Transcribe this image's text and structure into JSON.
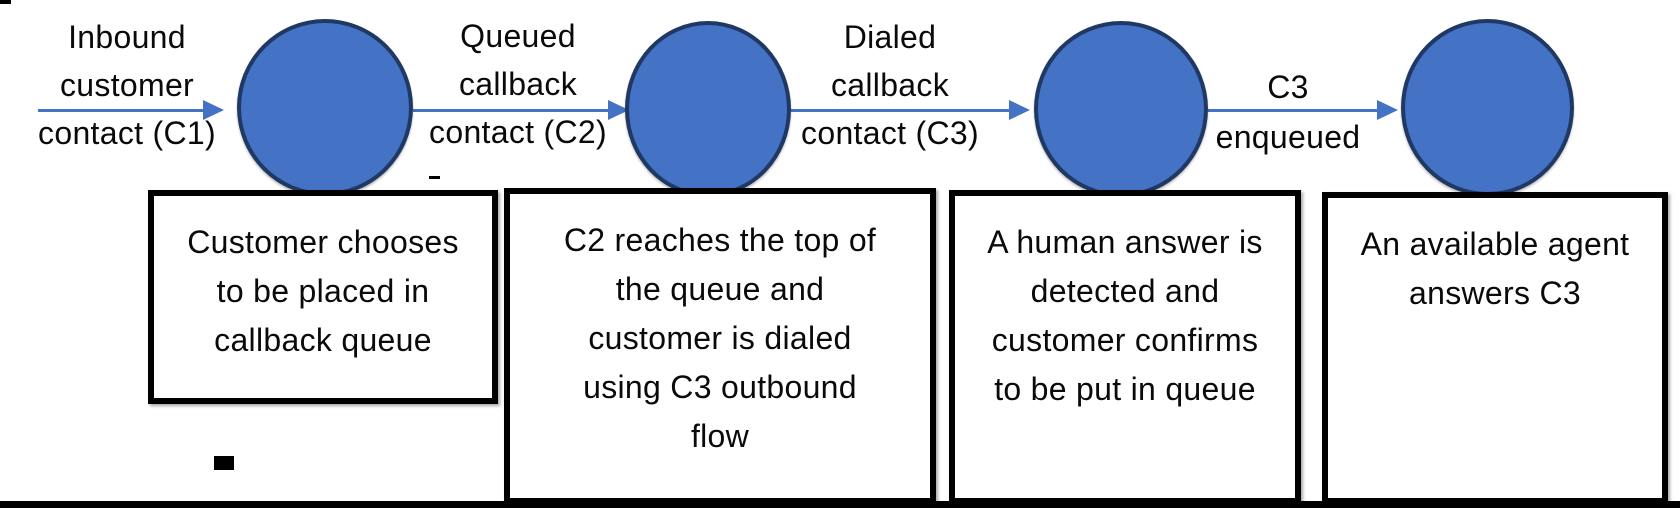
{
  "colors": {
    "node_fill": "#4472C4",
    "node_border": "#1F3864",
    "arrow": "#4472C4",
    "box_border": "#000000",
    "text": "#0a0a0a",
    "background": "#ffffff"
  },
  "flow": {
    "transitions": [
      {
        "label": "Inbound\ncustomer\ncontact (C1)"
      },
      {
        "label": "Queued\ncallback\ncontact (C2)"
      },
      {
        "label": "Dialed\ncallback\ncontact (C3)"
      },
      {
        "label": "C3\nenqueued"
      }
    ],
    "states": [
      {
        "name": "state-after-c1"
      },
      {
        "name": "state-after-c2"
      },
      {
        "name": "state-after-c3"
      },
      {
        "name": "state-answered"
      }
    ],
    "steps": [
      {
        "text": "Customer chooses\nto be placed in\ncallback queue"
      },
      {
        "text": "C2 reaches the top of\nthe queue and\ncustomer is dialed\nusing C3 outbound\nflow"
      },
      {
        "text": "A human answer is\ndetected and\ncustomer confirms\nto be put in queue"
      },
      {
        "text": "An available agent\nanswers C3"
      }
    ]
  }
}
